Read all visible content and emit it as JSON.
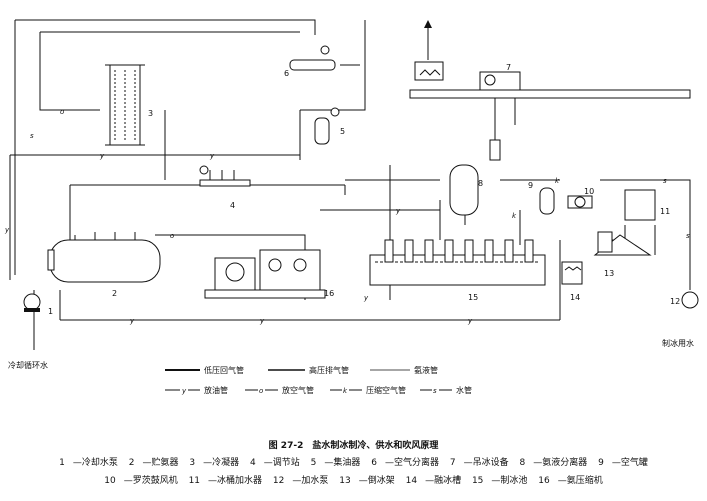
{
  "title": "图 27-2　盐水制冰制冷、供水和吹风原理",
  "components": [
    {
      "n": "1",
      "name": "冷却水泵"
    },
    {
      "n": "2",
      "name": "贮氨器"
    },
    {
      "n": "3",
      "name": "冷凝器"
    },
    {
      "n": "4",
      "name": "调节站"
    },
    {
      "n": "5",
      "name": "集油器"
    },
    {
      "n": "6",
      "name": "空气分离器"
    },
    {
      "n": "7",
      "name": "吊冰设备"
    },
    {
      "n": "8",
      "name": "氨液分离器"
    },
    {
      "n": "9",
      "name": "空气罐"
    },
    {
      "n": "10",
      "name": "罗茨鼓风机"
    },
    {
      "n": "11",
      "name": "冰桶加水器"
    },
    {
      "n": "12",
      "name": "加水泵"
    },
    {
      "n": "13",
      "name": "倒冰架"
    },
    {
      "n": "14",
      "name": "融冰槽"
    },
    {
      "n": "15",
      "name": "制冰池"
    },
    {
      "n": "16",
      "name": "氨压缩机"
    }
  ],
  "legend": {
    "low_pressure_gas": "低压回气管",
    "high_pressure_exhaust": "高压排气管",
    "ammonia_liquid": "氨液管",
    "oil_drain_code": "y",
    "oil_drain": "放油管",
    "air_release_code": "o",
    "air_release": "放空气管",
    "compressed_air_code": "k",
    "compressed_air": "压缩空气管",
    "water_code": "s",
    "water": "水管"
  },
  "side_labels": {
    "cooling_water": "冷却循环水",
    "ice_water": "制冰用水"
  },
  "line_codes": {
    "y": "y",
    "o": "o",
    "s": "s",
    "k": "k"
  }
}
